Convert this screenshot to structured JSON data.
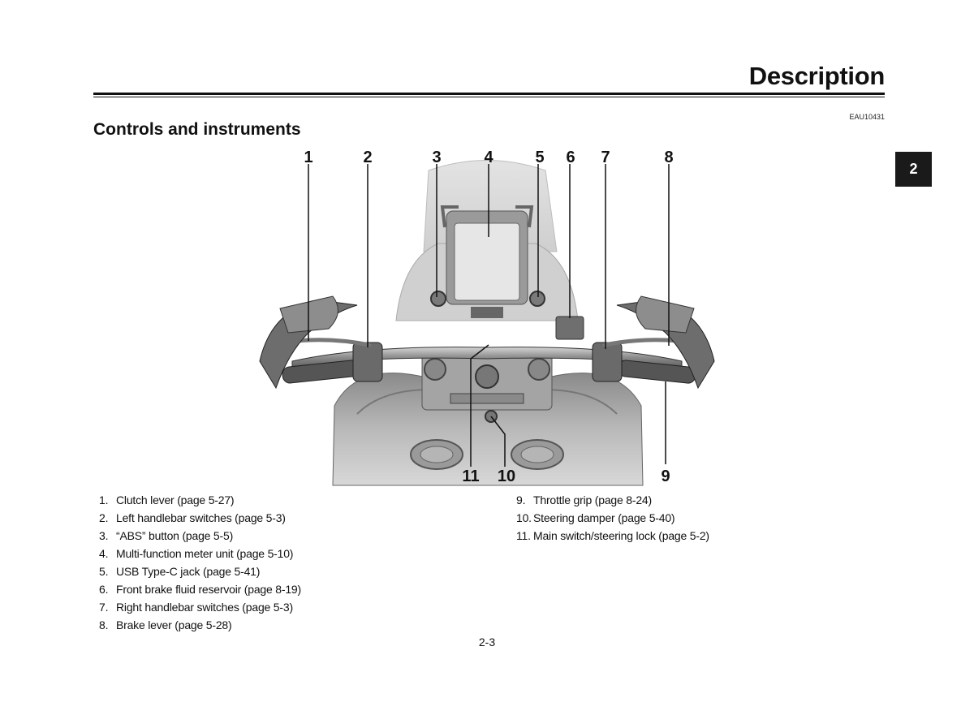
{
  "header": {
    "title": "Description",
    "doc_code": "EAU10431"
  },
  "section": {
    "title": "Controls and instruments"
  },
  "chapter_tab": "2",
  "figure": {
    "callouts": [
      "1",
      "2",
      "3",
      "4",
      "5",
      "6",
      "7",
      "8",
      "9",
      "10",
      "11"
    ]
  },
  "legend": {
    "left": [
      {
        "num": "1.",
        "text": "Clutch lever (page 5-27)"
      },
      {
        "num": "2.",
        "text": "Left handlebar switches (page 5-3)"
      },
      {
        "num": "3.",
        "text": "“ABS” button (page 5-5)"
      },
      {
        "num": "4.",
        "text": "Multi-function meter unit (page 5-10)"
      },
      {
        "num": "5.",
        "text": "USB Type-C jack (page 5-41)"
      },
      {
        "num": "6.",
        "text": "Front brake fluid reservoir (page 8-19)"
      },
      {
        "num": "7.",
        "text": "Right handlebar switches (page 5-3)"
      },
      {
        "num": "8.",
        "text": "Brake lever (page 5-28)"
      }
    ],
    "right": [
      {
        "num": "9.",
        "text": "Throttle grip (page 8-24)"
      },
      {
        "num": "10.",
        "text": "Steering damper (page 5-40)"
      },
      {
        "num": "11.",
        "text": "Main switch/steering lock (page 5-2)"
      }
    ]
  },
  "page_number": "2-3"
}
